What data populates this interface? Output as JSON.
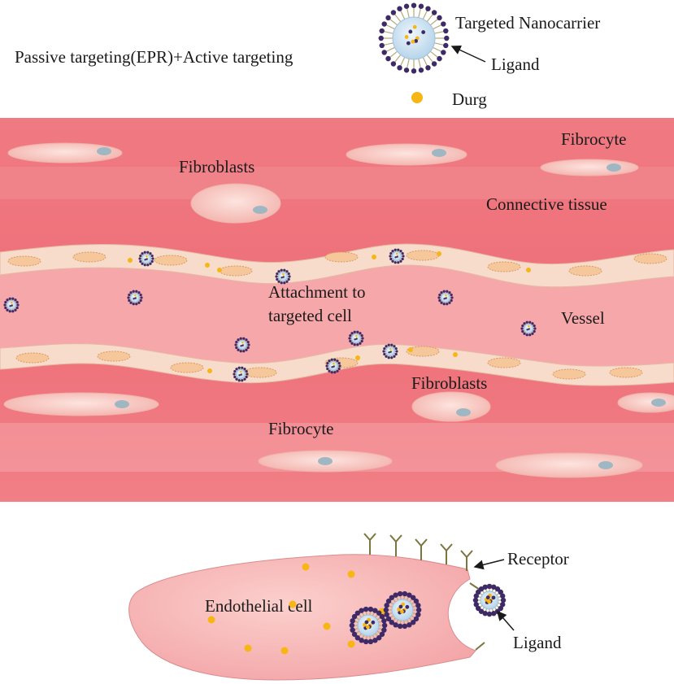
{
  "header": {
    "title": "Passive targeting(EPR)+Active targeting"
  },
  "legend": {
    "nanocarrier_label": "Targeted Nanocarrier",
    "ligand_label": "Ligand",
    "drug_label": "Durg"
  },
  "tissue": {
    "fibroblasts_upper": "Fibroblasts",
    "fibrocyte_upper": "Fibrocyte",
    "connective_tissue": "Connective tissue",
    "attachment_line1": "Attachment to",
    "attachment_line2": "targeted cell",
    "vessel": "Vessel",
    "fibroblasts_lower": "Fibroblasts",
    "fibrocyte_lower": "Fibrocyte"
  },
  "cell_detail": {
    "receptor_label": "Receptor",
    "endothelial_label": "Endothelial cell",
    "ligand_label": "Ligand"
  },
  "colors": {
    "tissue": "#ee6f78",
    "vessel": "#f5a3a6",
    "cell_fill": "#f6c2bd",
    "membrane": "#f7dccb",
    "drug": "#f7b614",
    "ligand_dot": "#3d2a66",
    "nanocarrier_core": "#cfe3f2"
  }
}
